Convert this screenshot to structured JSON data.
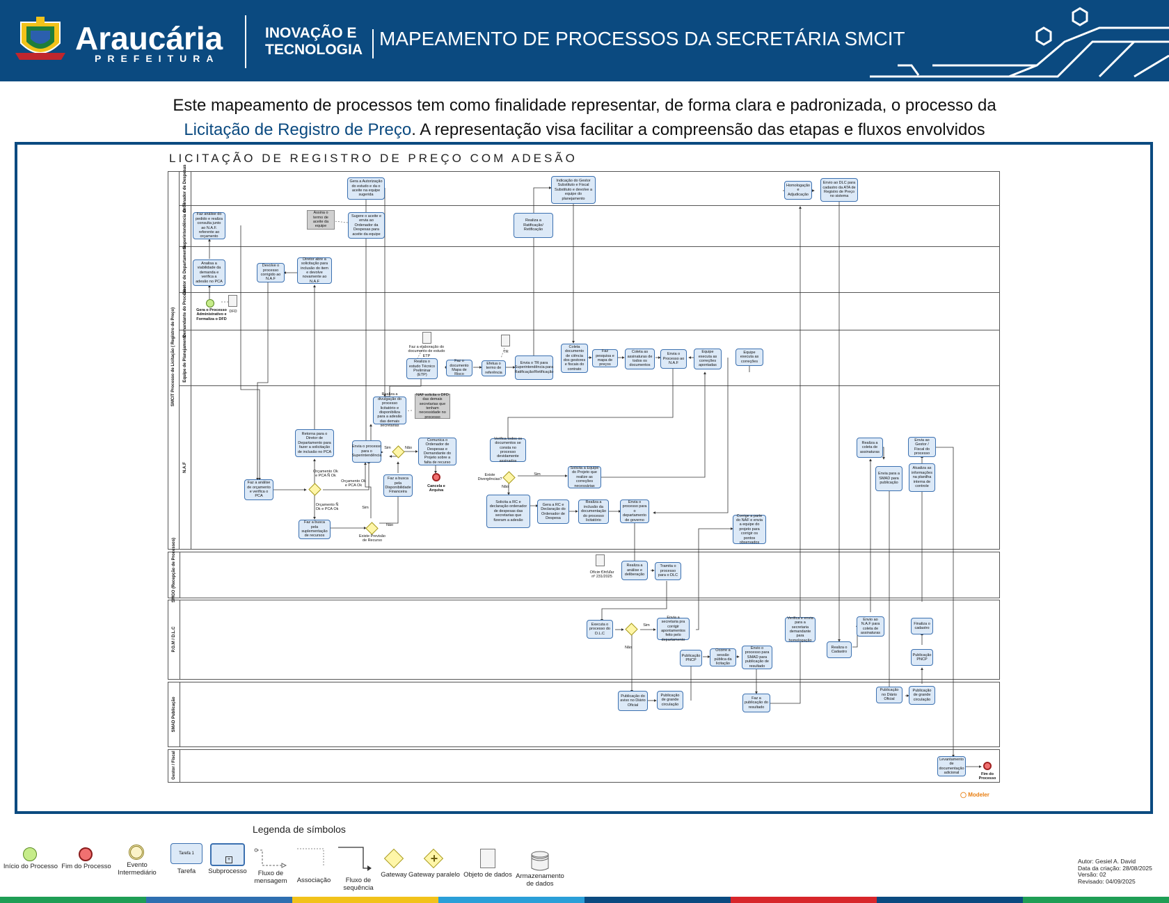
{
  "header": {
    "logo_name": "Araucária",
    "logo_sub": "PREFEITURA",
    "innovation_line1": "INOVAÇÃO E",
    "innovation_line2": "TECNOLOGIA",
    "title": "MAPEAMENTO DE PROCESSOS DA SECRETÁRIA SMCIT"
  },
  "intro": {
    "line1": "Este mapeamento de processos tem como finalidade representar, de forma clara e padronizada, o processo da",
    "highlight": "Licitação de Registro de Preço",
    "line2_rest": ". A representação visa facilitar a compreensão das etapas e fluxos envolvidos"
  },
  "diagram": {
    "title": "LICITAÇÃO DE REGISTRO DE PREÇO COM ADESÃO",
    "pool_label": "SMCIT Processo de Licitação ( Registro de Preço)",
    "lanes": {
      "ordenador": "Ordenador de Despesas",
      "superintendencia": "Superintendência de TI",
      "diretor": "Diretor de Departamento",
      "demandante": "Demandante do Processo",
      "planejamento": "Equipe de Planejamento",
      "naf": "N.A.F"
    },
    "pools": {
      "smgo": "SMGO (Recepção de Processos)",
      "pgm": "P.G.M / D.L.C",
      "smad": "SMAD Publicação",
      "gestor": "Gestor / Fiscal"
    },
    "tasks": {
      "t1": "Gera a Autorização do estudo e da o aceite na equipe sugerida",
      "t2": "Indicação do Gestor Substituto e Fiscal Substituto e devolve a equipe do planejamento",
      "t3": "Homologação e Adjudicação",
      "t4": "Envio ao DLC para cadastro da ATA de Registro de Preço no sistema",
      "t5": "Faz análise do pedido e realiza consulta junto ao N.A.F. referente ao orçamento",
      "t6": "Sugere o aceite e envia ao Ordenador da Despesas para aceite da equipe",
      "t7": "Realiza a Ratificação/ Retificação",
      "t8": "Analisa a viabilidade da demanda e verifica a adesão no PCA",
      "t9": "Devolve o processo corrigido ao N.A.F",
      "t10": "Diretor abre a solicitação para inclusão do item e devolve novamente ao N.A.F",
      "t11": "Realiza o estudo Técnico Preliminar (ETP)",
      "t12": "Faz o documento Mapa de Risco",
      "t13": "Efetua o termo de referência",
      "t14": "Envia o TR para Superintendência para Ratificação/Retificação",
      "t15": "Coleta documento de ciência dos gestores e fiscais do contrato",
      "t16": "Faz pesquisa e mapa de preços",
      "t17": "Coleta as assinaturas de todos os documentos",
      "t18": "Envia o Processo ao N.A.F",
      "t19": "Equipe executa as correções apontadas",
      "t20": "Equipe executa as correções",
      "t21": "Realiza a divulgação do processo licitatório e disponibiliza para a adesão das demais secretarias",
      "t22": "Retorna para o Diretor de Departamento para fazer a solicitação de inclusão no PCA",
      "t23": "Envia o processo para o Superintendência",
      "t24": "Comunica o Ordenador de Despesas e Demandante do Projeto sobre a falta de recurso",
      "t25": "Faz a busca pela Disponibilidade Financeira",
      "t26": "Faz a análise de orçamento e verifica o PCA",
      "t27": "Faz a busca pela suplementação de recursos",
      "t28": "Verifica todos os documentos se consta no processo devidamente assinados",
      "t29": "Solicita a Equipe do Projeto que realize as correções necessárias",
      "t30": "Solicita a RC e declaração ordenador de despesas das secretarias que fizeram a adesão",
      "t31": "Gera a RC e Declaração do Ordenador de Despesa",
      "t32": "Realiza a inclusão da documentação do processo licitatório",
      "t33": "Envia o processo para o departamento de governo",
      "t34": "Corrige a parte do NAF e envia a equipe do projeto para corrigir os pontos observados",
      "t35": "Realiza a coleta de assinaturas",
      "t36": "Envia para a SMAD para publicação",
      "t37": "Envia ao Gestor / Fiscal do processo",
      "t38": "Atualiza as informações na planilha interna de controle",
      "t39": "Realiza a análise e deliberação",
      "t40": "Tramita o processo para o DLC",
      "t41": "Executa o processo do D.L.C",
      "t42": "Envia a secretaria pra corrigir apontamentos feito pelo departamento",
      "t43": "Verifica e envia para a secretaria demandante para homologação",
      "t44": "Envio ao N.A.F para coleta de assinaturas",
      "t45": "Realiza o Cadastro",
      "t46": "Finaliza o cadastro",
      "t47": "Publicação PNCP",
      "t48": "Ocorre a sessão pública da licitação",
      "t49": "Envio o processo para SMAD para publicação de resultado",
      "t50": "Publicação PNCP",
      "t51": "Publicação do aviso no Diário Oficial",
      "t52": "Publicação de grande circulação",
      "t53": "Faz a publicação do resultado",
      "t54": "Publicação no Diário Oficial",
      "t55": "Publicação de grande circulação",
      "t56": "Levantamento de documentação adicional"
    },
    "notes": {
      "n1": "Assina o termo de aceite da equipe",
      "n2": "NAF solicita o DFD das demais secretarias que tenham necessidade no processo"
    },
    "labels": {
      "start": "Gera o Processo Administrativo e Formaliza o DFD",
      "dfd": "DFD",
      "etp_doc": "Faz a elaboração do documento de estudo ETP",
      "tr": "TR",
      "canceled": "Cancela e Arquiva",
      "end": "Fim do Processo",
      "orc_ok_nok": "Orçamento Ok e PCA Ñ Ok",
      "orc_nok_ok": "Orçamento Ok e PCA Ok",
      "orc_nok": "Orçamento Ñ Ok e PCA Ok",
      "existe_recurso": "Existe Previsão de Recurso",
      "sim": "Sim",
      "nao": "Não",
      "existe_div": "Existe Divergências?",
      "oficio": "Ofício Circular nº 231/2025"
    },
    "powered": "Modeler"
  },
  "legend": {
    "title": "Legenda de símbolos",
    "items": {
      "inicio": "Início do Processo",
      "fim": "Fim do Processo",
      "evento": "Evento Intermediário",
      "tarefa": "Tarefa",
      "tarefa_inner": "Tarefa 1",
      "subprocesso": "Subprocesso",
      "mensagem": "Fluxo de mensagem",
      "associacao": "Associação",
      "sequencia": "Fluxo de sequência",
      "gateway": "Gateway",
      "gateway_paralelo": "Gateway paralelo",
      "objeto": "Objeto de dados",
      "armazenamento": "Armazenamento de dados"
    }
  },
  "author": {
    "autor": "Autor: Gesiel A. David",
    "data": "Data da criação: 28/08/2025",
    "versao": "Versão: 02",
    "revisado": "Revisado: 04/09/2025"
  },
  "colors": {
    "header_bg": "#0b4a80",
    "task_fill": "#dce9f7",
    "task_border": "#3b70b0",
    "gateway": "#fff6a8",
    "start": "#c6ec8a",
    "end": "#f07070"
  }
}
